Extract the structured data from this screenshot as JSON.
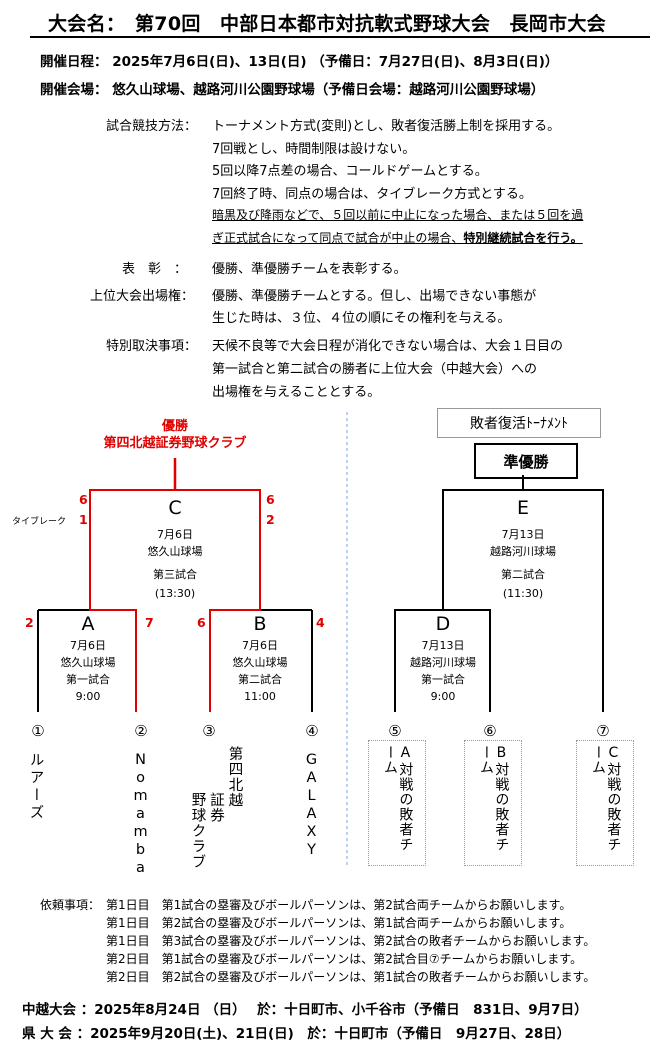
{
  "title": "大会名：　第70回　中部日本都市対抗軟式野球大会　長岡市大会",
  "schedule": {
    "label": "開催日程：",
    "value": "2025年7月6日(日)、13日(日) （予備日：7月27日(日)、8月3日(日)）"
  },
  "venue": {
    "label": "開催会場：",
    "value": "悠久山球場、越路河川公園野球場（予備日会場：越路河川公園野球場）"
  },
  "rules": {
    "method_label": "試合競技方法：",
    "method_lines": [
      "トーナメント方式(変則)とし、敗者復活勝上制を採用する。",
      "7回戦とし、時間制限は設けない。",
      "5回以降7点差の場合、コールドゲームとする。",
      "7回終了時、同点の場合は、タイブレーク方式とする。"
    ],
    "method_ul1": "暗黒及び降雨などで、５回以前に中止になった場合、または５回を過",
    "method_ul2a": "ぎ正式試合になって同点で試合が中止の場合、",
    "method_ul2b": "特別継続試合を行う。",
    "award_label": "表　彰　：",
    "award_value": "優勝、準優勝チームを表彰する。",
    "upper_label": "上位大会出場権：",
    "upper_lines": [
      "優勝、準優勝チームとする。但し、出場できない事態が",
      "生じた時は、３位、４位の順にその権利を与える。"
    ],
    "special_label": "特別取決事項：",
    "special_lines": [
      "天候不良等で大会日程が消化できない場合は、大会１日目の",
      "第一試合と第二試合の勝者に上位大会（中越大会）への",
      "出場権を与えることとする。"
    ]
  },
  "bracket": {
    "champion_label": "優勝",
    "champion_team": "第四北越証券野球クラブ",
    "loser_bracket_label": "敗者復活ﾄｰﾅﾒﾝﾄ",
    "runner_up_label": "準優勝",
    "tiebreak_label": "タイブレーク",
    "games": {
      "C": {
        "letter": "C",
        "date": "7月6日",
        "venue": "悠久山球場",
        "no": "第三試合",
        "time": "(13:30)",
        "score_left": "6",
        "score_right": "6",
        "tb_left": "1",
        "tb_right": "2"
      },
      "A": {
        "letter": "A",
        "date": "7月6日",
        "venue": "悠久山球場",
        "no": "第一試合",
        "time": "9:00",
        "score_left": "2",
        "score_right": "7"
      },
      "B": {
        "letter": "B",
        "date": "7月6日",
        "venue": "悠久山球場",
        "no": "第二試合",
        "time": "11:00",
        "score_left": "6",
        "score_right": "4"
      },
      "E": {
        "letter": "E",
        "date": "7月13日",
        "venue": "越路河川球場",
        "no": "第二試合",
        "time": "(11:30)"
      },
      "D": {
        "letter": "D",
        "date": "7月13日",
        "venue": "越路河川球場",
        "no": "第一試合",
        "time": "9:00"
      }
    },
    "slots": [
      "①",
      "②",
      "③",
      "④",
      "⑤",
      "⑥",
      "⑦"
    ],
    "teams": {
      "t1": "ルアーズ",
      "t2": "Nomamba",
      "t3a": "第四",
      "t3b": "北越",
      "t3c": "証券",
      "t3d": "野球クラブ",
      "t4": "GALAXY",
      "t5": "A対戦の敗者チーム",
      "t6": "B対戦の敗者チーム",
      "t7": "C対戦の敗者チーム"
    }
  },
  "notes": {
    "label": "依頼事項：",
    "lines": [
      "第1日目　第1試合の塁審及びボールパーソンは、第2試合両チームからお願いします。",
      "第1日目　第2試合の塁審及びボールパーソンは、第1試合両チームからお願いします。",
      "第1日目　第3試合の塁審及びボールパーソンは、第2試合の敗者チームからお願いします。",
      "第2日目　第1試合の塁審及びボールパーソンは、第2試合目⑦チームからお願いします。",
      "第2日目　第2試合の塁審及びボールパーソンは、第1試合の敗者チームからお願いします。"
    ]
  },
  "footer": {
    "line1": "中越大会 ：2025年8月24日 （日）　 於：十日町市、小千谷市（予備日　831日、9月7日）",
    "line2": "県 大 会 ：2025年9月20日(土)、21日(日)　於：十日町市（予備日　9月27日、28日）"
  },
  "colors": {
    "win_line": "#e00000",
    "normal_line": "#000000",
    "divider": "#7aa6d6"
  }
}
